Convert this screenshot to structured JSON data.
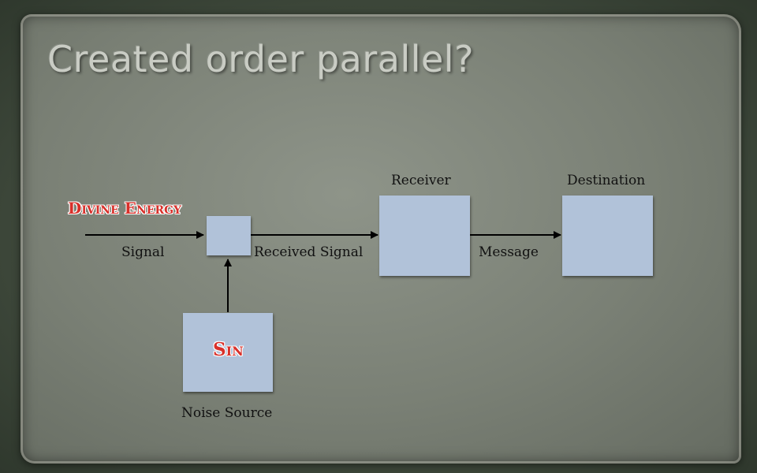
{
  "slide": {
    "title": "Created order parallel?"
  },
  "diagram": {
    "source_label": "Divine Energy",
    "noise_label": "Sin",
    "labels": {
      "signal": "Signal",
      "received_signal": "Received Signal",
      "receiver": "Receiver",
      "message": "Message",
      "destination": "Destination",
      "noise_source": "Noise Source"
    }
  },
  "colors": {
    "box_fill": "#b1c2d9",
    "accent_red": "#d8302a",
    "title_text": "#c9ccc4"
  }
}
